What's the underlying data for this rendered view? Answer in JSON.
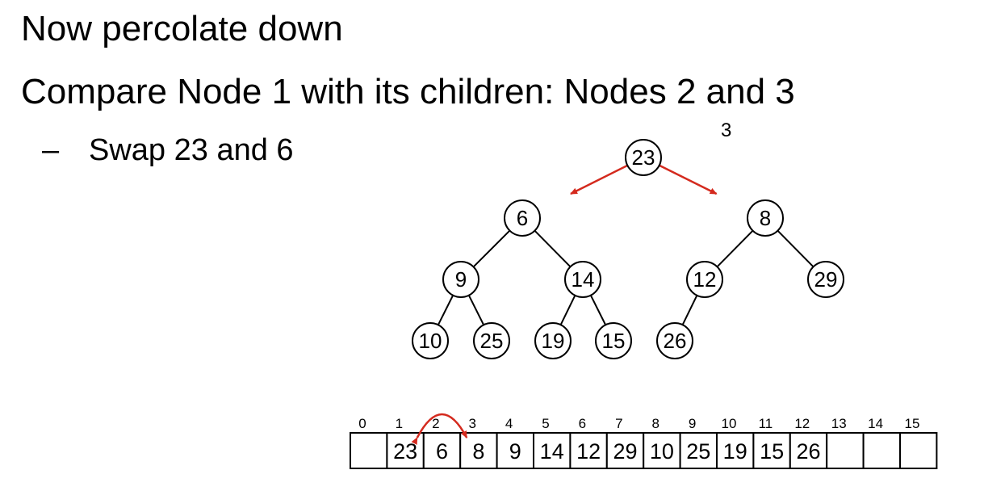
{
  "title": "Now percolate down",
  "subtitle": "Compare Node 1 with its children:  Nodes 2 and 3",
  "bullet": {
    "dash": "–",
    "text": "Swap 23 and 6"
  },
  "stray_label": "3",
  "colors": {
    "arrow": "#d42a1e",
    "stroke": "#000000"
  },
  "heap": {
    "nodes": [
      {
        "index": 1,
        "value": "23"
      },
      {
        "index": 2,
        "value": "6"
      },
      {
        "index": 3,
        "value": "8"
      },
      {
        "index": 4,
        "value": "9"
      },
      {
        "index": 5,
        "value": "14"
      },
      {
        "index": 6,
        "value": "12"
      },
      {
        "index": 7,
        "value": "29"
      },
      {
        "index": 8,
        "value": "10"
      },
      {
        "index": 9,
        "value": "25"
      },
      {
        "index": 10,
        "value": "19"
      },
      {
        "index": 11,
        "value": "15"
      },
      {
        "index": 12,
        "value": "26"
      }
    ],
    "compare_arrows": [
      [
        1,
        2
      ],
      [
        1,
        3
      ]
    ]
  },
  "array": {
    "indices": [
      "0",
      "1",
      "2",
      "3",
      "4",
      "5",
      "6",
      "7",
      "8",
      "9",
      "10",
      "11",
      "12",
      "13",
      "14",
      "15"
    ],
    "cells": [
      "",
      "23",
      "6",
      "8",
      "9",
      "14",
      "12",
      "29",
      "10",
      "25",
      "19",
      "15",
      "26",
      "",
      "",
      ""
    ],
    "swap": [
      1,
      2
    ]
  }
}
